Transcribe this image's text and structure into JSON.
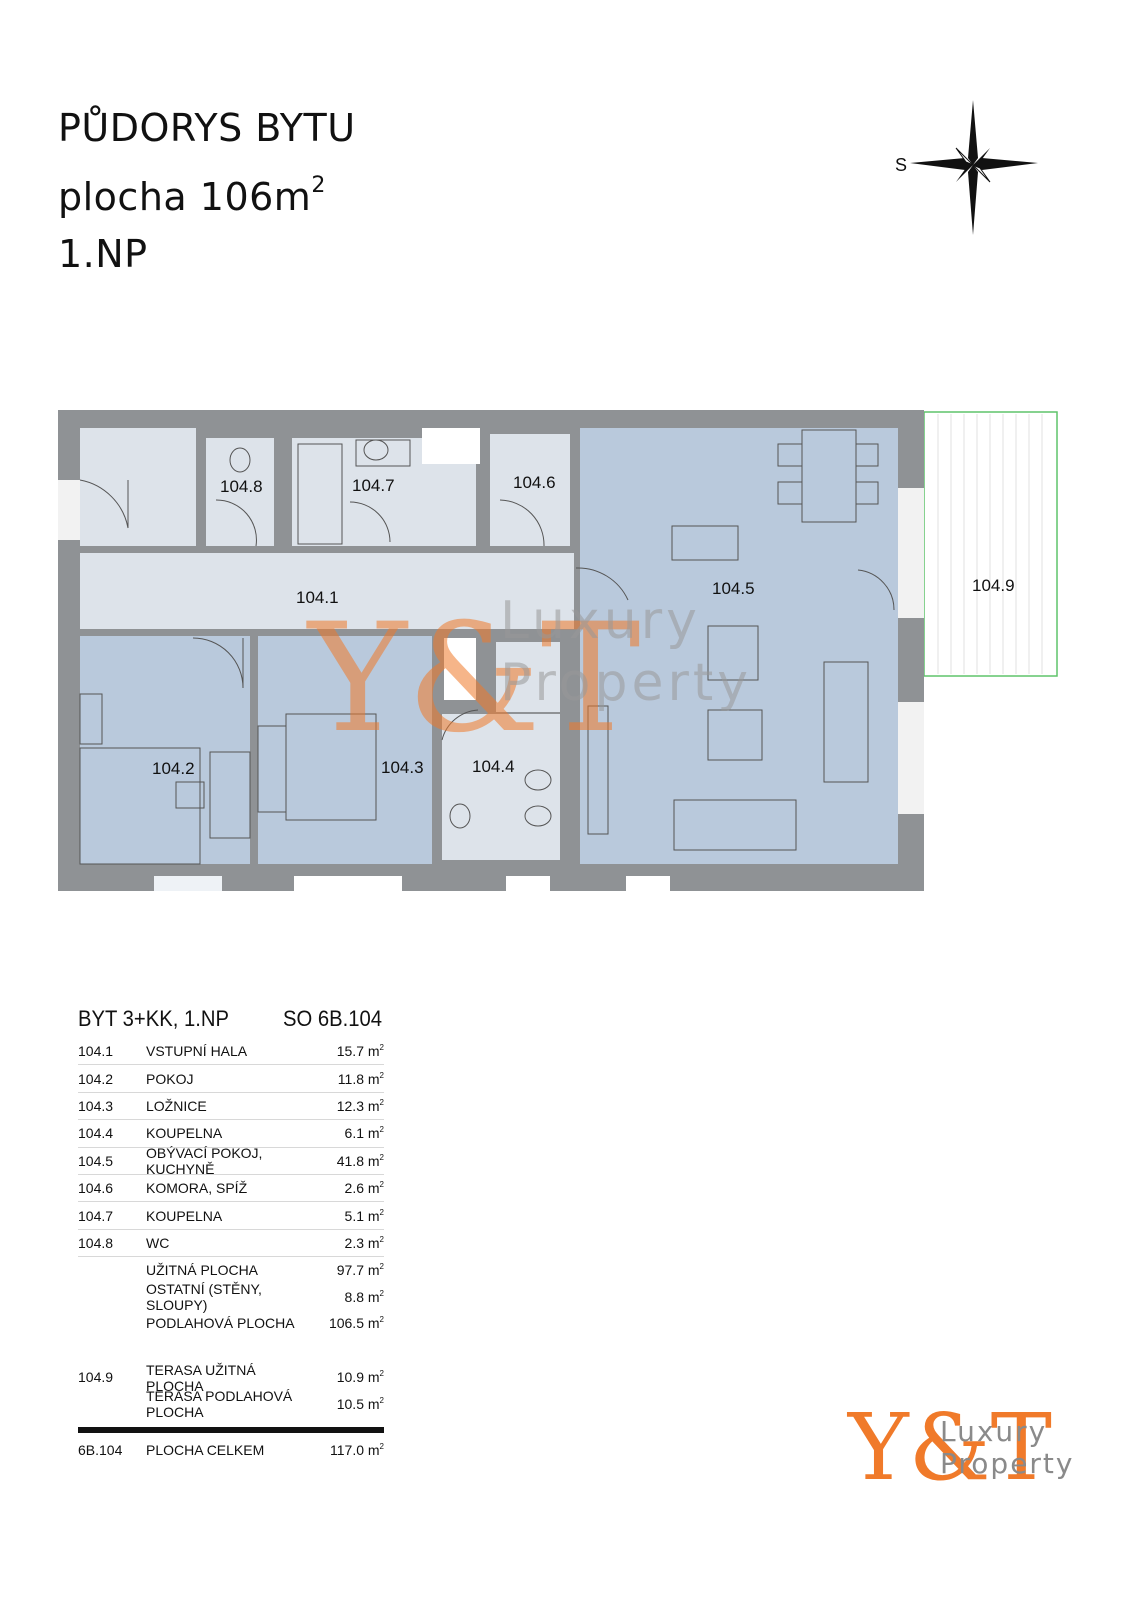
{
  "header": {
    "line1": "PŮDORYS BYTU",
    "line2": "plocha 106m",
    "line2_sup": "2",
    "line3": "1.NP"
  },
  "compass": {
    "label": "S"
  },
  "plan": {
    "rooms": {
      "r1041": "104.1",
      "r1042": "104.2",
      "r1043": "104.3",
      "r1044": "104.4",
      "r1045": "104.5",
      "r1046": "104.6",
      "r1047": "104.7",
      "r1048": "104.8",
      "r1049": "104.9"
    },
    "watermark": {
      "mark": "Y&T",
      "line1": "Luxury",
      "line2": "Property"
    }
  },
  "schedule": {
    "title": "BYT 3+KK, 1.NP",
    "code": "SO 6B.104",
    "rows": [
      {
        "id": "104.1",
        "name": "VSTUPNÍ HALA",
        "area": "15.7 m"
      },
      {
        "id": "104.2",
        "name": "POKOJ",
        "area": "11.8 m"
      },
      {
        "id": "104.3",
        "name": "LOŽNICE",
        "area": "12.3 m"
      },
      {
        "id": "104.4",
        "name": "KOUPELNA",
        "area": "6.1 m"
      },
      {
        "id": "104.5",
        "name": "OBÝVACÍ POKOJ, KUCHYNĚ",
        "area": "41.8 m"
      },
      {
        "id": "104.6",
        "name": "KOMORA, SPÍŽ",
        "area": "2.6 m"
      },
      {
        "id": "104.7",
        "name": "KOUPELNA",
        "area": "5.1 m"
      },
      {
        "id": "104.8",
        "name": "WC",
        "area": "2.3 m"
      }
    ],
    "totals": [
      {
        "name": "UŽITNÁ PLOCHA",
        "area": "97.7  m"
      },
      {
        "name": "OSTATNÍ (STĚNY, SLOUPY)",
        "area": "8.8 m"
      },
      {
        "name": "PODLAHOVÁ PLOCHA",
        "area": "106.5 m"
      }
    ],
    "terrace": [
      {
        "id": "104.9",
        "name": "TERASA UŽITNÁ PLOCHA",
        "area": "10.9 m"
      },
      {
        "id": "",
        "name": "TERASA PODLAHOVÁ PLOCHA",
        "area": "10.5 m"
      }
    ],
    "final": {
      "id": "6B.104",
      "name": "PLOCHA CELKEM",
      "area": "117.0 m"
    },
    "unit_sup": "2"
  },
  "logo": {
    "mark": "Y&T",
    "line1": "Luxury",
    "line2": "Property"
  },
  "colors": {
    "room_blue": "#b9c9dc",
    "room_light": "#dde3ea",
    "wall": "#8f9295",
    "accent": "#f07a2a",
    "terrace_border": "#5fc46a"
  }
}
